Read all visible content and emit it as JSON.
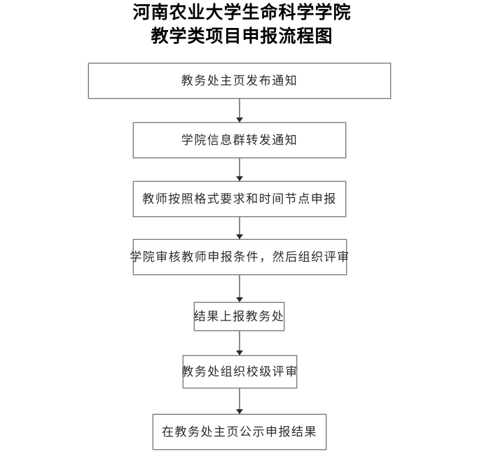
{
  "document": {
    "title_lines": [
      "河南农业大学生命科学学院",
      "教学类项目申报流程图"
    ]
  },
  "flowchart": {
    "type": "flowchart",
    "orientation": "top-to-bottom",
    "node_shape": "rectangle",
    "colors": {
      "box_border": "#7c7c7c",
      "box_fill": "#ffffff",
      "connector_line": "#8a8a8a",
      "arrow_head": "#2a2a2a",
      "text": "#2b2b2b",
      "title_text": "#000000",
      "page_background": "#ffffff"
    },
    "nodes": [
      {
        "id": "step-1",
        "label": "教务处主页发布通知"
      },
      {
        "id": "step-2",
        "label": "学院信息群转发通知"
      },
      {
        "id": "step-3",
        "label": "教师按照格式要求和时间节点申报"
      },
      {
        "id": "step-4",
        "label": "学院审核教师申报条件，然后组织评审"
      },
      {
        "id": "step-5",
        "label": "结果上报教务处"
      },
      {
        "id": "step-6",
        "label": "教务处组织校级评审"
      },
      {
        "id": "step-7",
        "label": "在教务处主页公示申报结果"
      }
    ],
    "edges": [
      {
        "from": "step-1",
        "to": "step-2",
        "arrow": "down"
      },
      {
        "from": "step-2",
        "to": "step-3",
        "arrow": "down"
      },
      {
        "from": "step-3",
        "to": "step-4",
        "arrow": "down"
      },
      {
        "from": "step-4",
        "to": "step-5",
        "arrow": "down"
      },
      {
        "from": "step-5",
        "to": "step-6",
        "arrow": "down"
      },
      {
        "from": "step-6",
        "to": "step-7",
        "arrow": "down"
      }
    ]
  }
}
